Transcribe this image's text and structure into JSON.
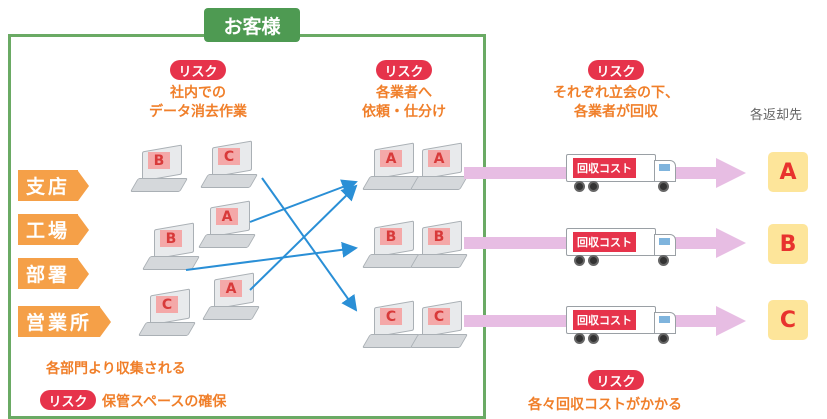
{
  "customer_title": "お客様",
  "risk_badge": "リスク",
  "risks": {
    "office_erasure": [
      "社内での",
      "データ消去作業"
    ],
    "vendor_sorting": [
      "各業者へ",
      "依頼・仕分け"
    ],
    "collection": [
      "それぞれ立会の下、",
      "各業者が回収"
    ],
    "storage": "保管スペースの確保",
    "cost": "各々回収コストがかかる"
  },
  "destinations_label": "各返却先",
  "departments": [
    "支店",
    "工場",
    "部署",
    "営業所"
  ],
  "collected_note": "各部門より収集される",
  "source_pcs": [
    "B",
    "C",
    "A",
    "B",
    "C",
    "A"
  ],
  "vendor_pcs": [
    [
      "A",
      "A"
    ],
    [
      "B",
      "B"
    ],
    [
      "C",
      "C"
    ]
  ],
  "truck_label": "回収コスト",
  "destinations": [
    "A",
    "B",
    "C"
  ],
  "colors": {
    "risk": "#e6334b",
    "risk_text": "#f07f2a",
    "customer_frame": "#6aaa64",
    "department": "#f5a048",
    "flow_arrow": "#e7bde3",
    "cross_arrow": "#2a8fd6",
    "destination": "#fde59a"
  }
}
